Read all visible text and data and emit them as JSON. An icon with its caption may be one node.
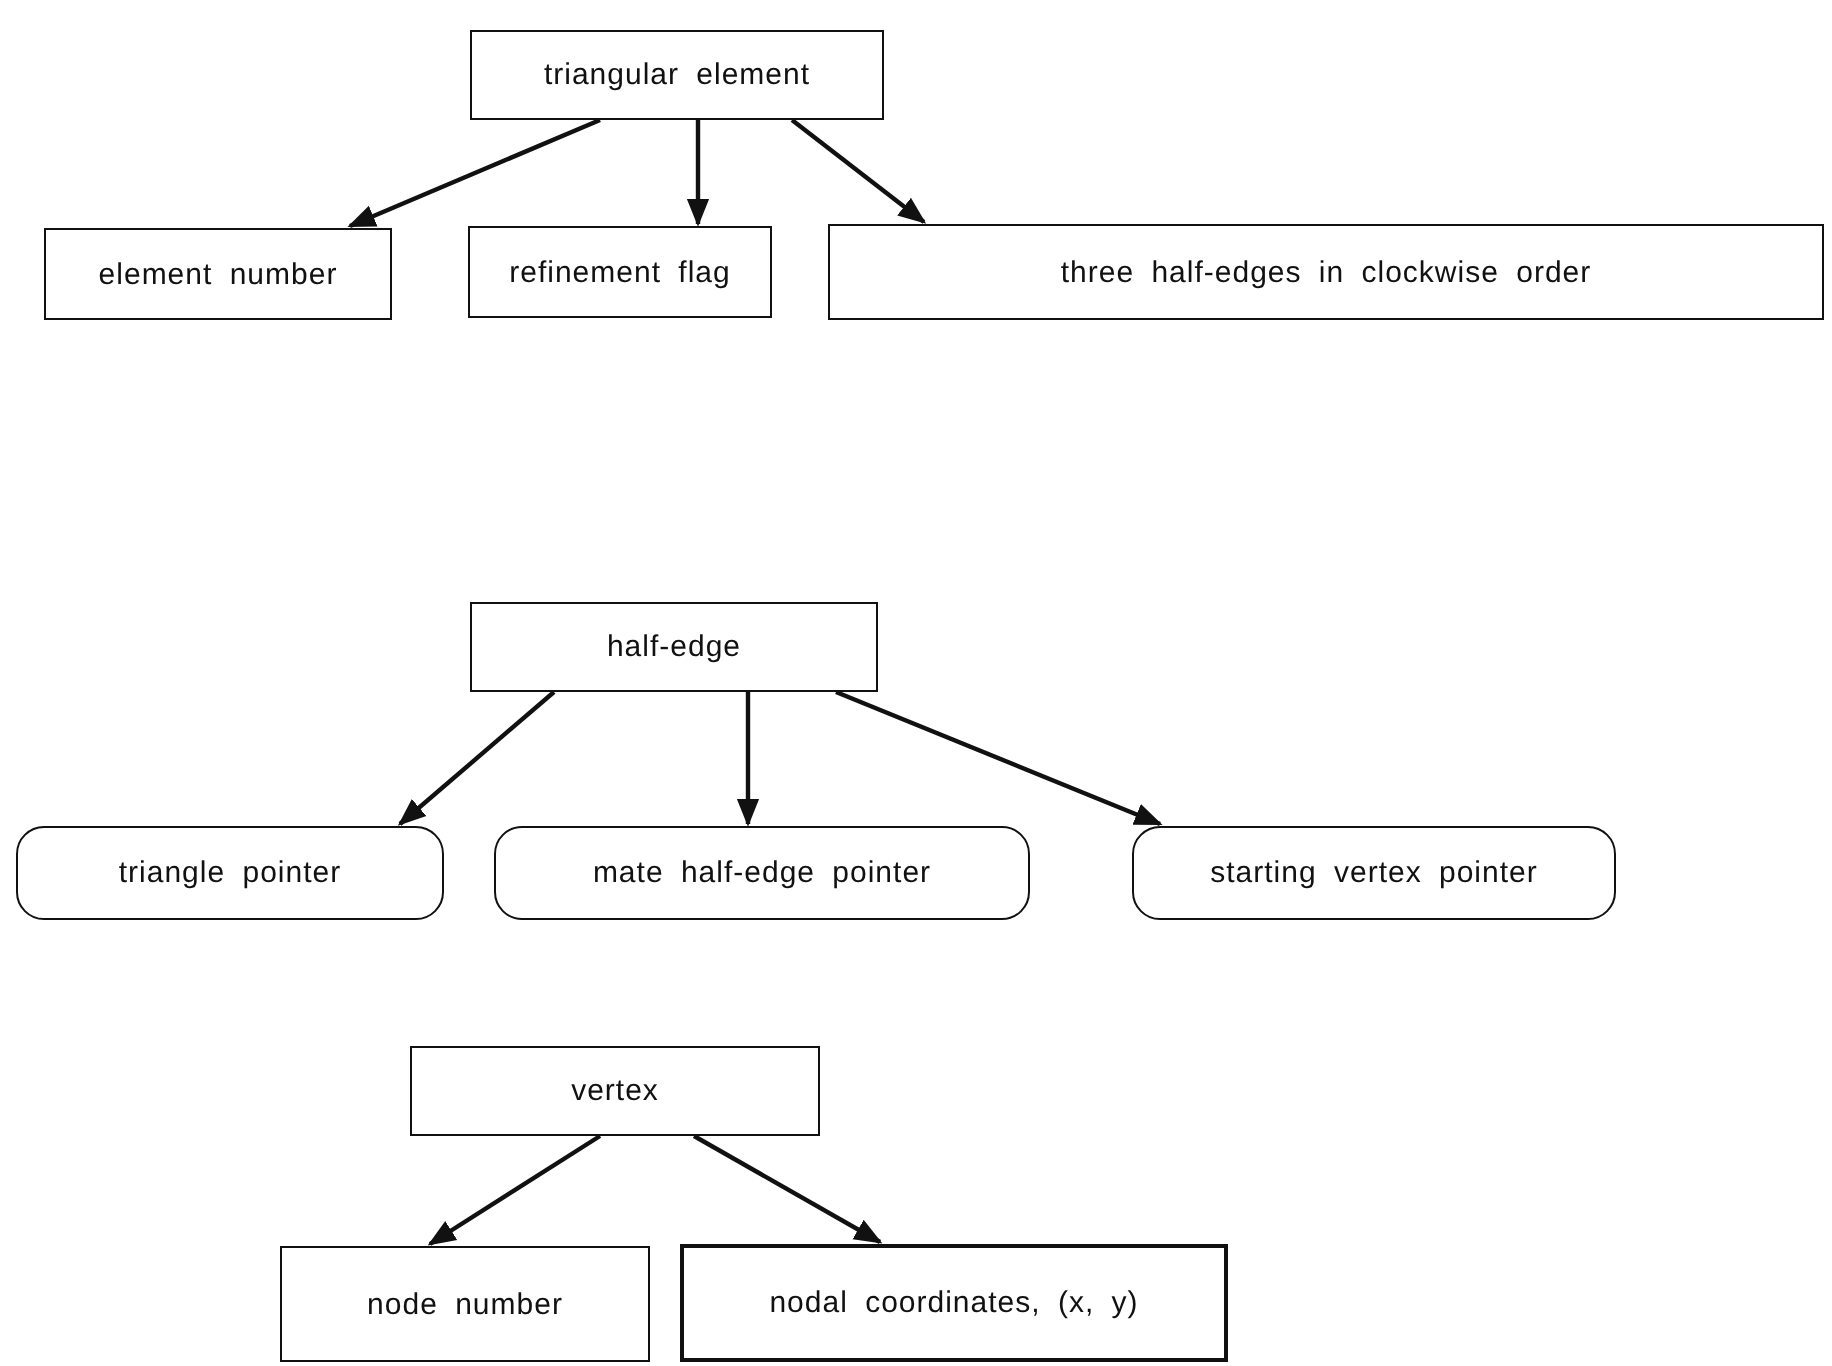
{
  "diagram": {
    "nodes": [
      {
        "text": [
          "triangular element"
        ]
      },
      {
        "text": [
          "element number"
        ]
      },
      {
        "text": [
          "refinement flag"
        ]
      },
      {
        "text": [
          "three half-edges in clockwise order"
        ]
      },
      {
        "text": [
          "half-edge"
        ]
      },
      {
        "text": [
          "triangle pointer"
        ]
      },
      {
        "text": [
          "mate half-edge pointer"
        ]
      },
      {
        "text": [
          "starting vertex pointer"
        ]
      },
      {
        "text": [
          "vertex"
        ]
      },
      {
        "text": [
          "node number"
        ]
      },
      {
        "text": [
          "nodal coordinates, (x, y)"
        ]
      }
    ],
    "edges": [
      {
        "from": 0,
        "to": 1,
        "arrow": "to"
      },
      {
        "from": 0,
        "to": 2,
        "arrow": "to"
      },
      {
        "from": 0,
        "to": 3,
        "arrow": "to"
      },
      {
        "from": 4,
        "to": 5,
        "arrow": "to"
      },
      {
        "from": 4,
        "to": 6,
        "arrow": "to"
      },
      {
        "from": 4,
        "to": 7,
        "arrow": "to"
      },
      {
        "from": 8,
        "to": 9,
        "arrow": "to"
      },
      {
        "from": 8,
        "to": 10,
        "arrow": "to"
      }
    ]
  }
}
